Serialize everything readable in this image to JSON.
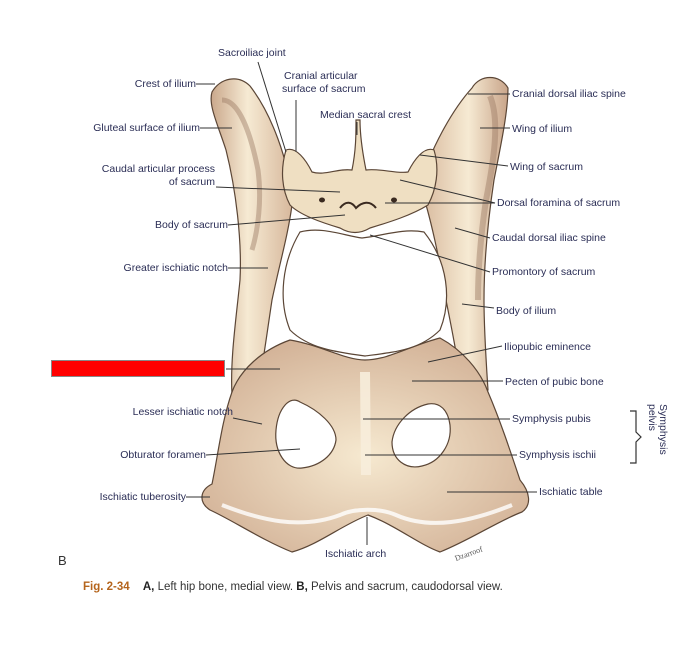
{
  "figure": {
    "panel_letter": "B",
    "caption": {
      "figure_number": "Fig. 2-34",
      "part_a_letter": "A,",
      "part_a_text": "Left hip bone, medial view.",
      "part_b_letter": "B,",
      "part_b_text": "Pelvis and sacrum, caudodorsal view."
    },
    "redacted_label": {
      "color": "#ff0000",
      "text": ""
    },
    "labels_left": [
      "Crest of ilium",
      "Gluteal surface of ilium",
      "Caudal articular process",
      "of sacrum",
      "Body of sacrum",
      "Greater ischiatic notch",
      "Lesser ischiatic notch",
      "Obturator foramen",
      "Ischiatic tuberosity"
    ],
    "labels_top": [
      "Sacroiliac joint",
      "Cranial articular",
      "surface of sacrum",
      "Median sacral crest"
    ],
    "labels_right": [
      "Cranial dorsal iliac spine",
      "Wing of ilium",
      "Wing of sacrum",
      "Dorsal foramina of sacrum",
      "Caudal dorsal iliac spine",
      "Promontory of sacrum",
      "Body of ilium",
      "Iliopubic eminence",
      "Pecten of pubic bone",
      "Symphysis pubis",
      "Symphysis ischii",
      "Ischiatic table"
    ],
    "labels_bottom": [
      "Ischiatic arch"
    ],
    "bracket_label": "Symphysis pelvis",
    "colors": {
      "label_text": "#2a2d55",
      "caption_fig": "#b5651d",
      "bone_light": "#f4e6cc",
      "bone_shade": "#c9a98a",
      "bone_dark": "#9c7a64"
    }
  }
}
